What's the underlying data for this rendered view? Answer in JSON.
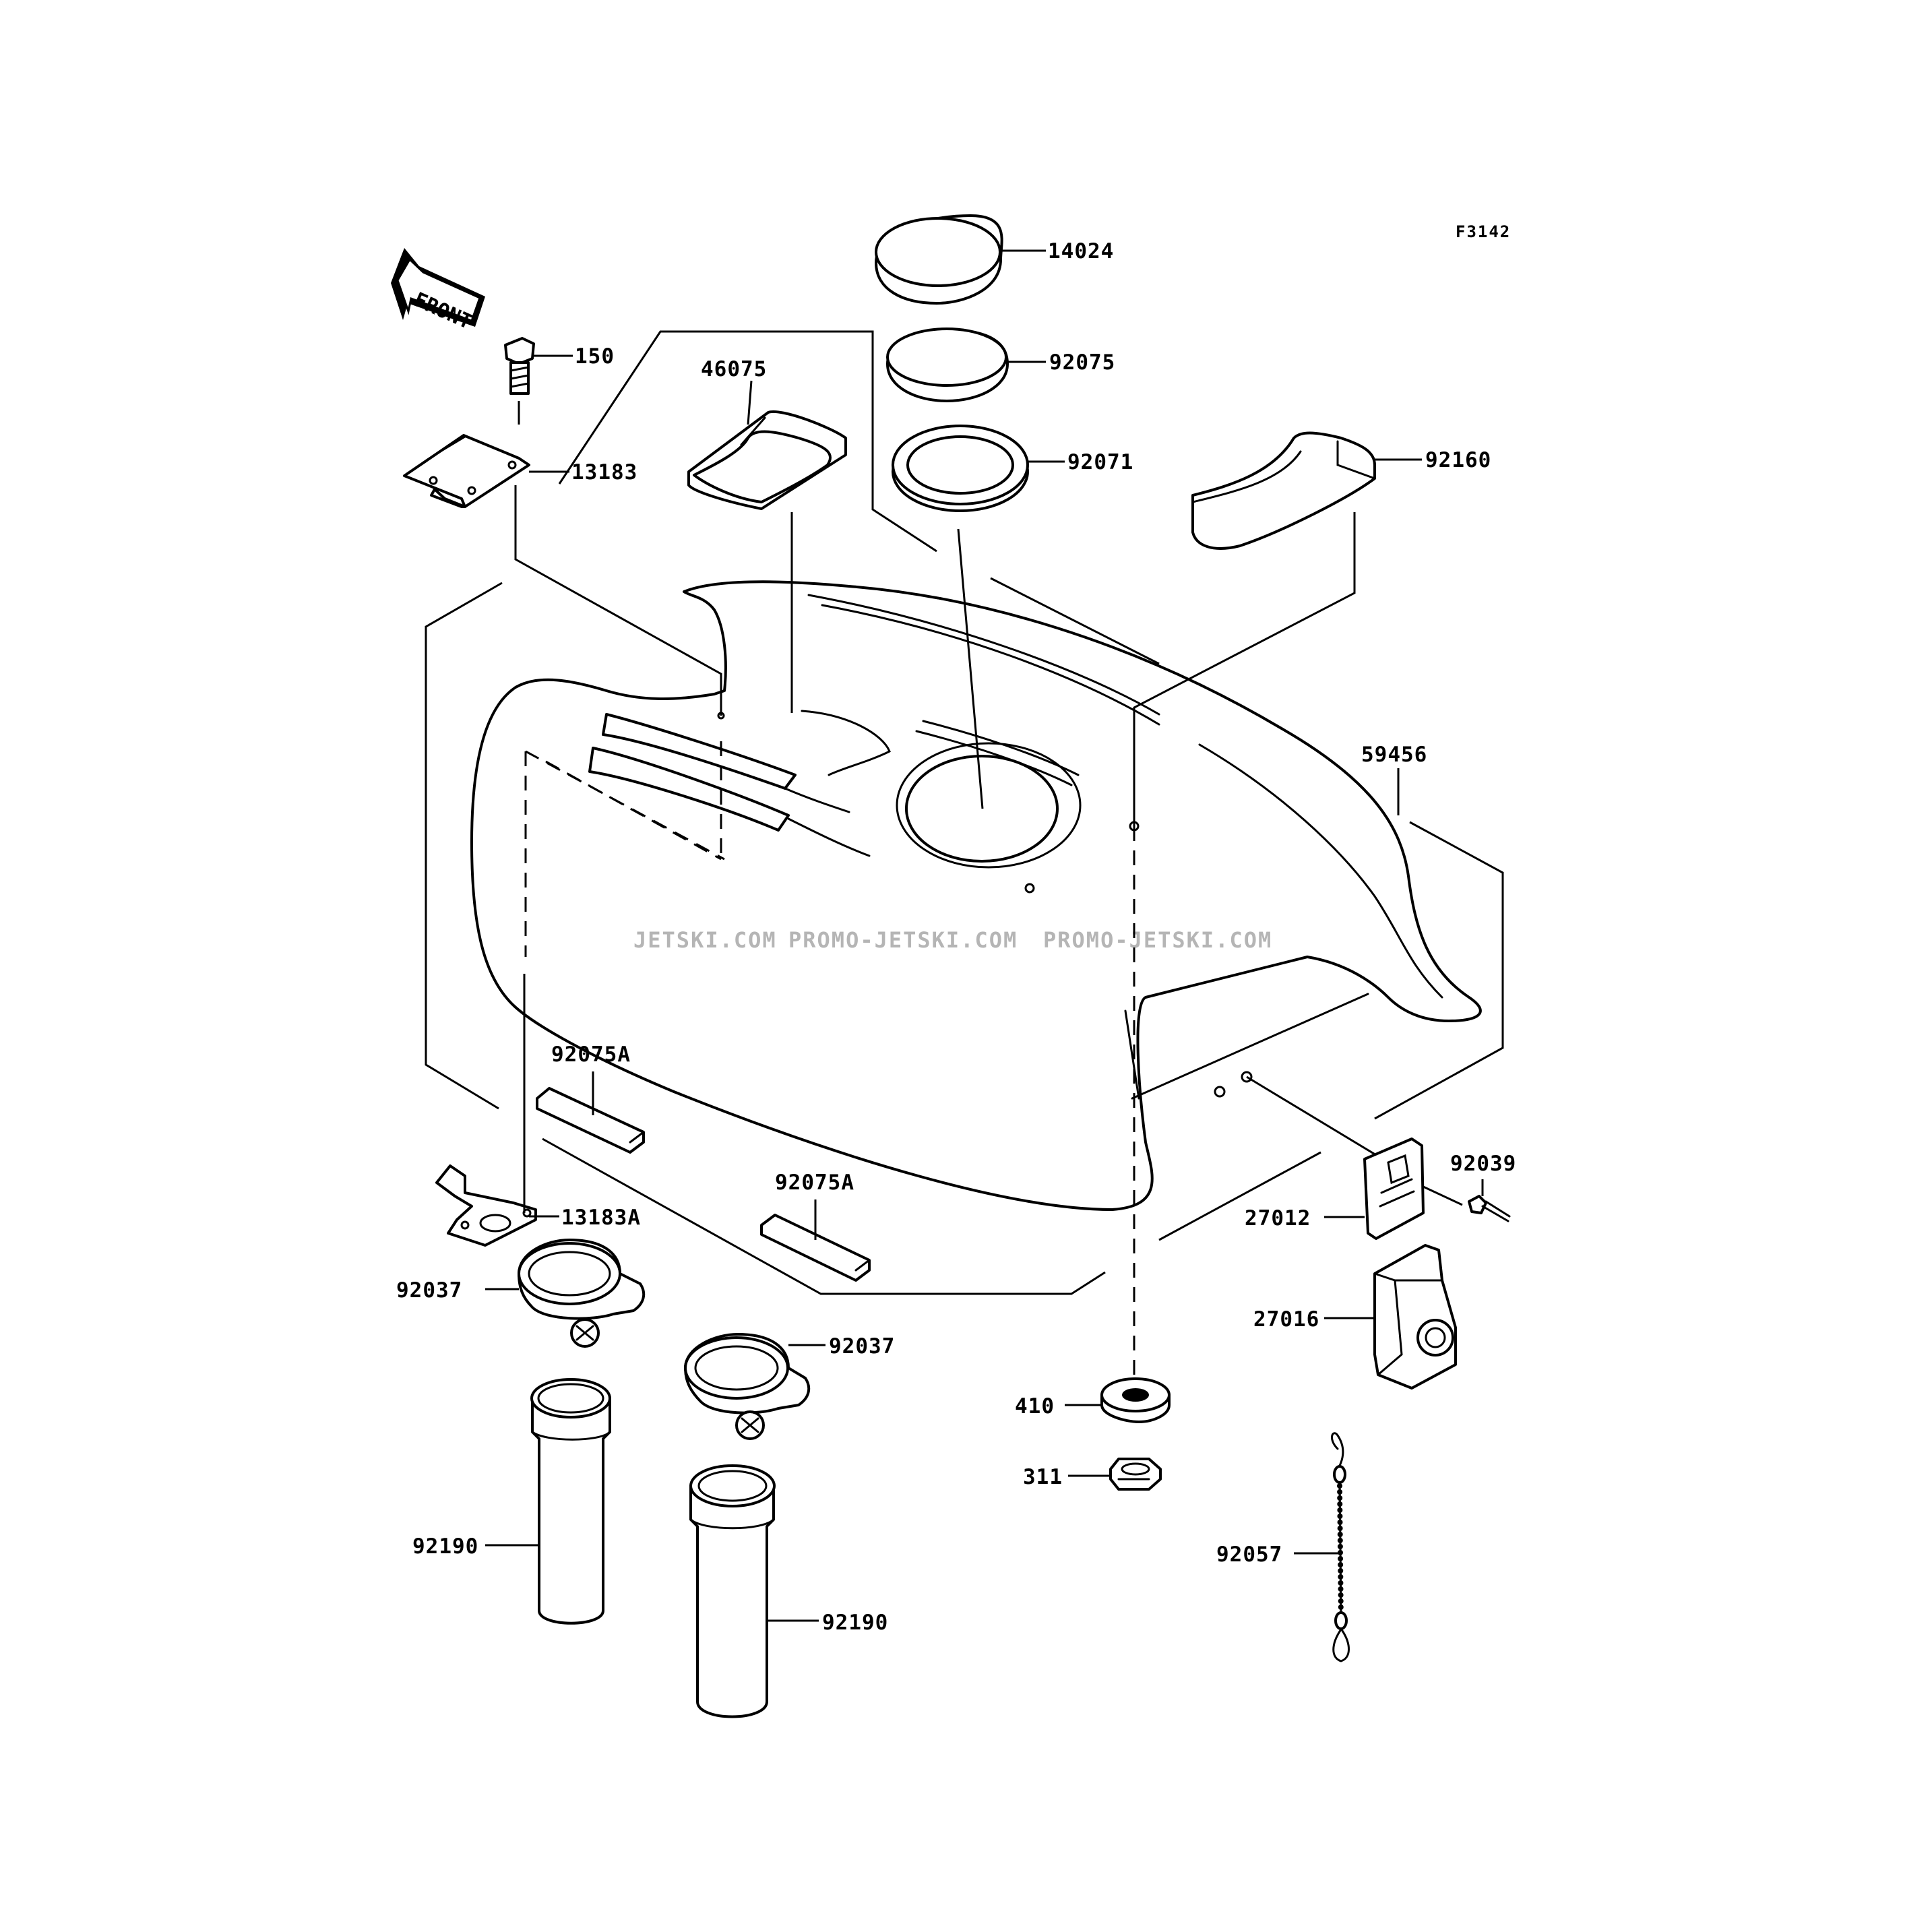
{
  "figure_number": "F3142",
  "front_arrow": {
    "text": "FRONT",
    "icon": "front-direction-arrow-icon"
  },
  "watermark": [
    "JETSKI.COM",
    "PROMO-JETSKI.COM",
    "PROMO-JETSKI.COM"
  ],
  "parts": {
    "p14024": "14024",
    "p92075": "92075",
    "p92071": "92071",
    "p92160": "92160",
    "p46075": "46075",
    "p150": "150",
    "p13183": "13183",
    "p59456": "59456",
    "p92075A_1": "92075A",
    "p92075A_2": "92075A",
    "p13183A": "13183A",
    "p92037_1": "92037",
    "p92037_2": "92037",
    "p92190_1": "92190",
    "p92190_2": "92190",
    "p92039": "92039",
    "p27012": "27012",
    "p27016": "27016",
    "p410": "410",
    "p311": "311",
    "p92057": "92057"
  }
}
